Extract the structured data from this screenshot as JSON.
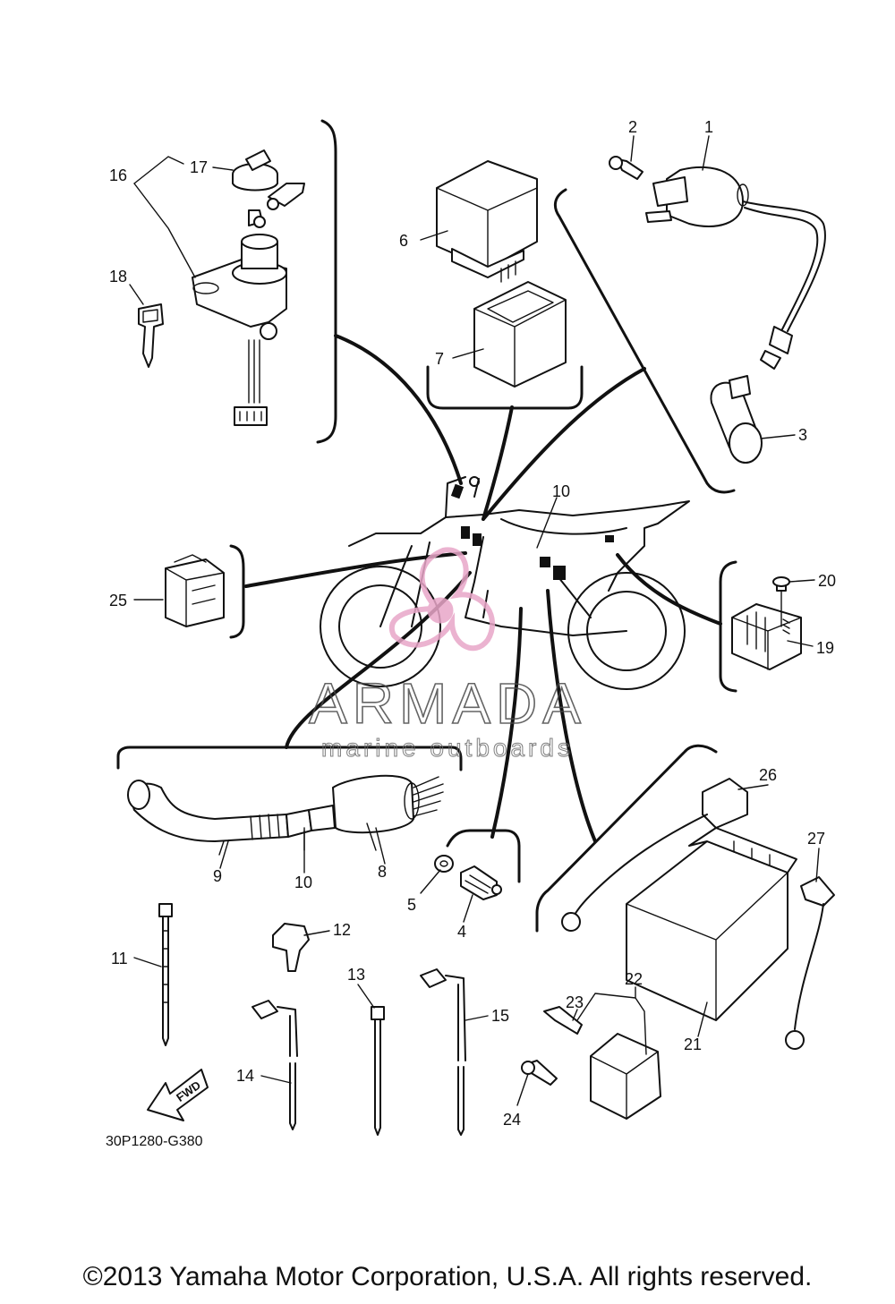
{
  "diagram": {
    "part_labels": [
      "1",
      "2",
      "3",
      "4",
      "5",
      "6",
      "7",
      "8",
      "9",
      "10",
      "10",
      "11",
      "12",
      "13",
      "14",
      "15",
      "16",
      "17",
      "18",
      "19",
      "20",
      "21",
      "22",
      "23",
      "24",
      "25",
      "26",
      "27"
    ],
    "diagram_code": "30P1280-G380",
    "fwd_label": "FWD"
  },
  "watermark": {
    "brand": "ARMADA",
    "tagline": "marine outboards",
    "color": "#e8a6c8"
  },
  "footer": {
    "copyright": "©2013 Yamaha Motor Corporation, U.S.A. All rights reserved."
  }
}
